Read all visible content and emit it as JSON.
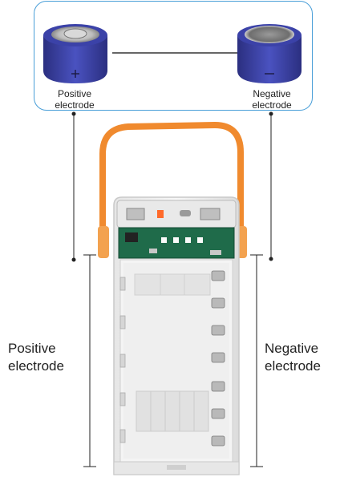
{
  "top_panel": {
    "positive_label_line1": "Positive",
    "positive_label_line2": "electrode",
    "negative_label_line1": "Negative",
    "negative_label_line2": "electrode",
    "positive_symbol": "+",
    "negative_symbol": "−"
  },
  "side_labels": {
    "left_line1": "Positive",
    "left_line2": "electrode",
    "right_line1": "Negative",
    "right_line2": "electrode"
  },
  "colors": {
    "panel_border": "#4a9fd8",
    "battery_blue": "#3a3f9e",
    "handle_orange": "#f08a2e",
    "pcb_green": "#1f6b4a",
    "case_white": "#f2f2f2"
  },
  "icons": [
    "positive-battery-icon",
    "negative-battery-icon",
    "power-bank-case-illustration"
  ]
}
